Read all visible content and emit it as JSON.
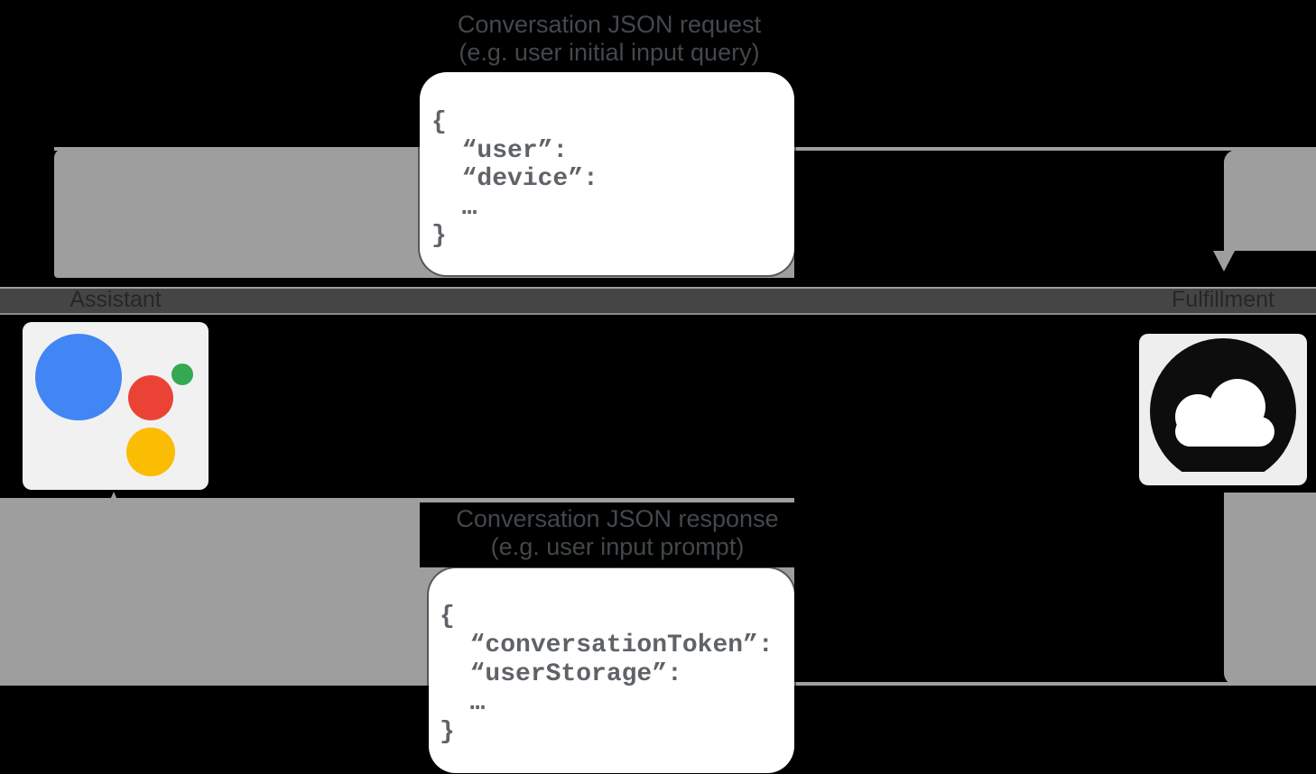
{
  "request": {
    "label_line1": "Conversation JSON request",
    "label_line2": "(e.g. user initial input query)",
    "code": "{\n  “user”:\n  “device”:\n  …\n}"
  },
  "response": {
    "label_line1": "Conversation JSON response",
    "label_line2": "(e.g. user input prompt)",
    "code": "{\n  “conversationToken”:\n  “userStorage”:\n  …\n}"
  },
  "endpoints": {
    "assistant": {
      "label": "Assistant",
      "icon": "google-assistant-logo"
    },
    "fulfillment": {
      "label": "Fulfillment",
      "icon": "google-cloud-icon"
    }
  },
  "colors": {
    "arrow_gray": "#9e9e9e",
    "endpoint_stripe": "#454545",
    "flow_label_text": "#43484c",
    "code_text": "#5f6368",
    "card_background": "#ffffff",
    "icon_background": "#f1f1f1",
    "cloud_black": "#0d0d0d",
    "assistant_blue": "#4285f4",
    "assistant_red": "#ea4335",
    "assistant_green": "#34a853",
    "assistant_yellow": "#fbbc04"
  }
}
